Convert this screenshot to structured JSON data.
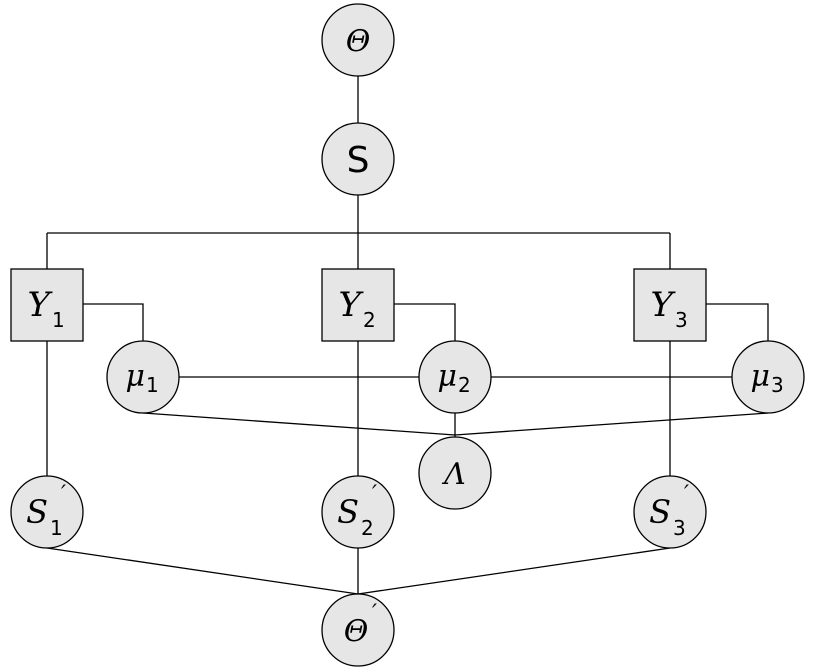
{
  "nodes": {
    "theta": {
      "label": "Θ"
    },
    "s": {
      "label": "S"
    },
    "y1": {
      "label": "Y",
      "sub": "1"
    },
    "y2": {
      "label": "Y",
      "sub": "2"
    },
    "y3": {
      "label": "Y",
      "sub": "3"
    },
    "mu1": {
      "label": "μ",
      "sub": "1"
    },
    "mu2": {
      "label": "μ",
      "sub": "2"
    },
    "mu3": {
      "label": "μ",
      "sub": "3"
    },
    "lambda": {
      "label": "Λ"
    },
    "s1p": {
      "label": "S",
      "sub": "1",
      "prime": "′"
    },
    "s2p": {
      "label": "S",
      "sub": "2",
      "prime": "′"
    },
    "s3p": {
      "label": "S",
      "sub": "3",
      "prime": "′"
    },
    "thetap": {
      "label": "Θ",
      "prime": "′"
    }
  },
  "colors": {
    "node_fill": "#e6e6e6",
    "stroke": "#000000",
    "background": "#ffffff"
  }
}
